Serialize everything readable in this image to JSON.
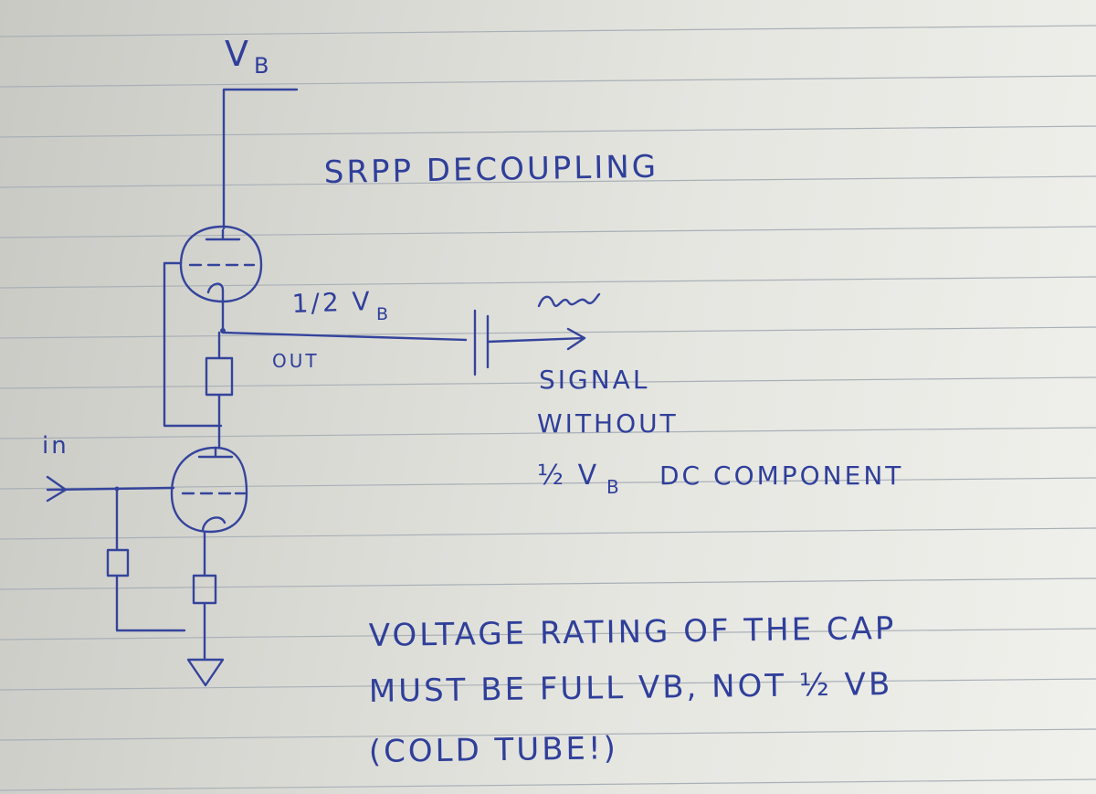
{
  "labels": {
    "vb_supply": "V",
    "vb_supply_sub": "B",
    "title": "SRPP DECOUPLING",
    "half_vb": "1/2 V",
    "half_vb_sub": "B",
    "out": "OUT",
    "in": "in",
    "signal_note_line1": "SIGNAL",
    "signal_note_line2": "WITHOUT",
    "signal_note_line3": "½ V",
    "signal_note_line3_sub": "B",
    "signal_note_line3_rest": "DC COMPONENT",
    "voltage_note_line1": "VOLTAGE RATING OF THE CAP",
    "voltage_note_line2": "MUST BE FULL VB, NOT ½ VB",
    "voltage_note_line3": "(COLD TUBE!)"
  },
  "colors": {
    "ink": "#2f3f9a",
    "paper": "#e4e4df",
    "rule_lines": "#a9b0b6"
  }
}
